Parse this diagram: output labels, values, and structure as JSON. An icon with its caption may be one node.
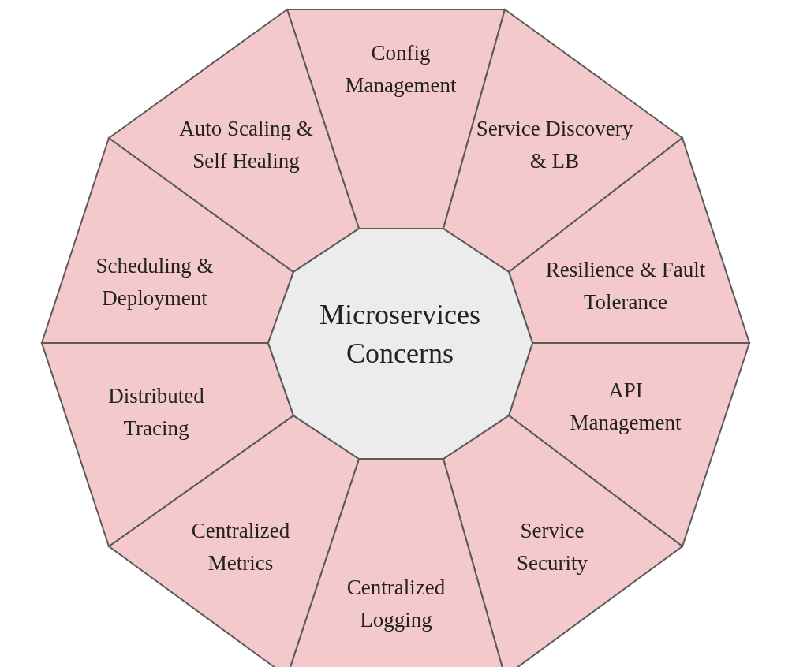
{
  "diagram": {
    "nodes": [
      {
        "text": [
          "Microservices Concerns"
        ]
      },
      {
        "text": [
          "Config Management"
        ]
      },
      {
        "text": [
          "Service Discovery & LB"
        ]
      },
      {
        "text": [
          "Resilience & Fault Tolerance"
        ]
      },
      {
        "text": [
          "API Management"
        ]
      },
      {
        "text": [
          "Service Security"
        ]
      },
      {
        "text": [
          "Centralized Logging"
        ]
      },
      {
        "text": [
          "Centralized Metrics"
        ]
      },
      {
        "text": [
          "Distributed Tracing"
        ]
      },
      {
        "text": [
          "Scheduling & Deployment"
        ]
      },
      {
        "text": [
          "Auto Scaling & Self Healing"
        ]
      }
    ]
  }
}
